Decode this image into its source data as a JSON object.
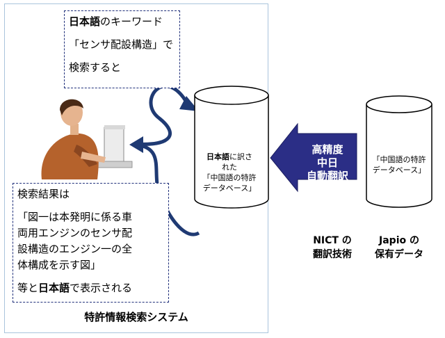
{
  "query_box": {
    "line1_bold": "日本語",
    "line1_rest": "のキーワード",
    "line2": "「センサ配設構造」で",
    "line3": "検索すると"
  },
  "result_box": {
    "line1": "検索結果は",
    "line2": "「図一は本発明に係る車",
    "line3": "両用エンジンのセンサ配",
    "line4": "設構造のエンジン一の全",
    "line5": "体構成を示す図」",
    "line6_start": "等と",
    "line6_bold": "日本語",
    "line6_end": "で表示される"
  },
  "system_label": "特許情報検索システム",
  "db_translated": {
    "bold": "日本語",
    "line1_rest": "に訳さ",
    "line2": "れた",
    "line3": "「中国語の特許",
    "line4": "データベース」"
  },
  "db_japio": {
    "line1": "「中国語の特許",
    "line2": "データベース」"
  },
  "translation_arrow": {
    "line1": "高精度",
    "line2": "中日",
    "line3": "自動翻訳"
  },
  "nict_caption": {
    "line1": "NICT の",
    "line2": "翻訳技術"
  },
  "japio_caption": {
    "line1": "Japio の",
    "line2": "保有データ"
  },
  "colors": {
    "arrow_fill": "#2b2e86",
    "curve_stroke": "#1f3a73",
    "box_border": "#1f2f7a"
  }
}
